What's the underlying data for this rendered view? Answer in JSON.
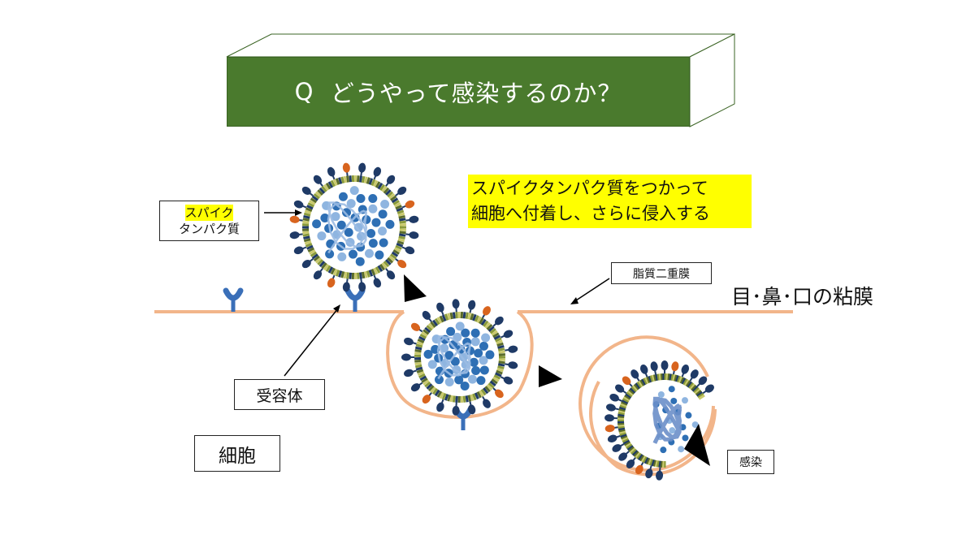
{
  "title": {
    "prefix": "Q",
    "question": "どうやって感染するのか？"
  },
  "labels": {
    "spike_protein_line1": "スパイク",
    "spike_protein_line2": "タンパク質",
    "lipid_bilayer": "脂質二重膜",
    "receptor": "受容体",
    "cell": "細胞",
    "infection": "感染",
    "mucosa": "目･鼻･口の粘膜"
  },
  "note": {
    "line1": "スパイクタンパク質をつかって",
    "line2": "細胞へ付着し、さらに侵入する"
  },
  "colors": {
    "title_bg": "#4a7a2d",
    "membrane": "#f2b58a",
    "highlight": "#ffff00",
    "virus_blue": "#2e6fb4",
    "virus_light_blue": "#8fb5e0",
    "spike_dark": "#1f3a66",
    "receptor_blue": "#3a6fb8"
  }
}
